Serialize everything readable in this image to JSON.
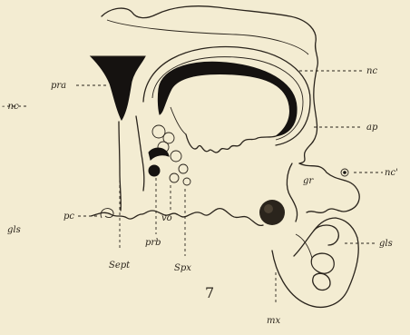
{
  "figure": {
    "number": "7"
  },
  "labels": {
    "nc_left": "- nc",
    "pra": "pra",
    "nc_right": "nc",
    "ap": "ap",
    "gr": "gr",
    "nc_prime": "nc'",
    "gls_left": "gls",
    "pc": "pc",
    "vo": "vo",
    "prb": "prb",
    "gls_right": "gls",
    "sept": "Sept",
    "spx": "Spx",
    "mx": "mx"
  },
  "colors": {
    "paper": "#f3ecd2",
    "ink": "#2a241c"
  }
}
